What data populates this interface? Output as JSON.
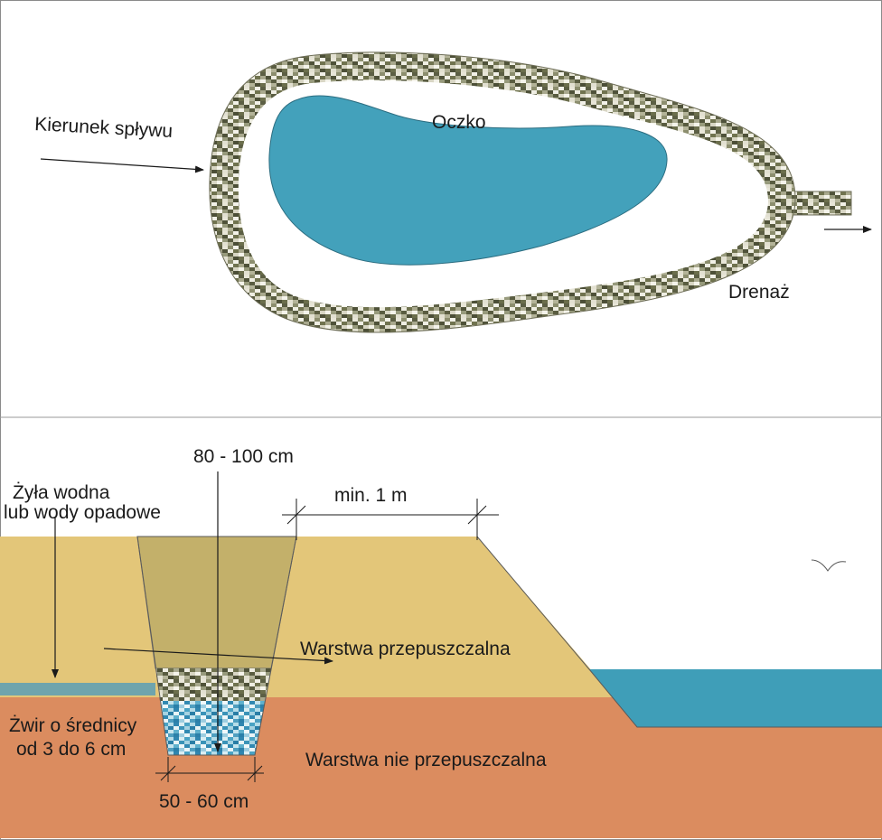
{
  "top_view": {
    "flow_direction_label": "Kierunek spływu",
    "pond_label": "Oczko",
    "drain_label": "Drenaż",
    "colors": {
      "pond_water": "#43a1bb",
      "gravel_light": "#d9d6c2",
      "gravel_dark": "#5c5f44"
    }
  },
  "cross_section": {
    "trench_top_width_label": "80 - 100 cm",
    "distance_label": "min. 1 m",
    "water_source_label_line1": "Żyła wodna",
    "water_source_label_line2": "lub wody opadowe",
    "permeable_layer_label": "Warstwa przepuszczalna",
    "impermeable_layer_label": "Warstwa nie przepuszczalna",
    "gravel_label_line1": "Żwir o średnicy",
    "gravel_label_line2": "od 3 do 6 cm",
    "trench_bottom_width_label": "50 - 60 cm",
    "colors": {
      "permeable_layer": "#e3c679",
      "impermeable_layer": "#db8c5f",
      "trench_backfill": "#c3b06a",
      "water": "#3f9eb8"
    }
  }
}
